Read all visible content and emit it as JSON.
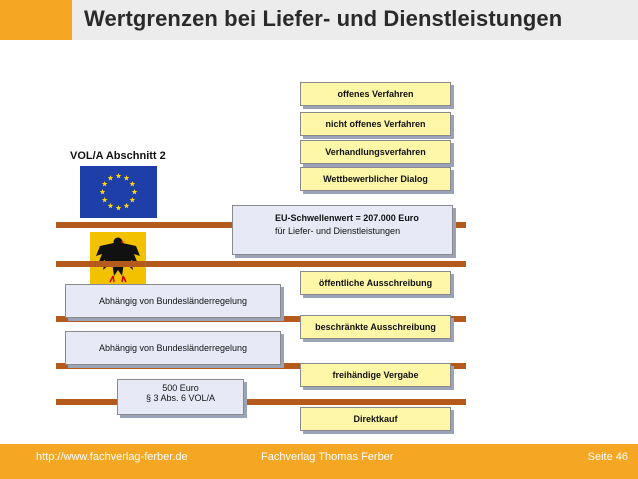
{
  "header": {
    "title": "Wertgrenzen bei Liefer- und Dienstleistungen",
    "accent_color": "#f5a623"
  },
  "diagram": {
    "vol_label": "VOL/A Abschnitt 2",
    "eu_flag_icon": "eu-flag-icon",
    "german_eagle_icon": "german-eagle-icon",
    "eu_procedures": [
      "offenes Verfahren",
      "nicht offenes Verfahren",
      "Verhandlungsverfahren",
      "Wettbewerblicher Dialog"
    ],
    "threshold": {
      "line1": "EU-Schwellenwert = 207.000 Euro",
      "line2": "für Liefer- und Dienstleistungen"
    },
    "national_procedures": [
      "öffentliche Ausschreibung",
      "beschränkte Ausschreibung",
      "freihändige Vergabe",
      "Direktkauf"
    ],
    "dependency_boxes": [
      "Abhängig von Bundesländerregelung",
      "Abhängig von Bundesländerregelung"
    ],
    "lower_limit": {
      "line1": "500 Euro",
      "line2": "§ 3 Abs. 6 VOL/A"
    },
    "colors": {
      "procedure_box": "#fff7a8",
      "info_box": "#e7e9f7",
      "divider": "#b35a1c"
    }
  },
  "footer": {
    "url": "http://www.fachverlag-ferber.de",
    "publisher": "Fachverlag Thomas Ferber",
    "page": "Seite 46"
  }
}
